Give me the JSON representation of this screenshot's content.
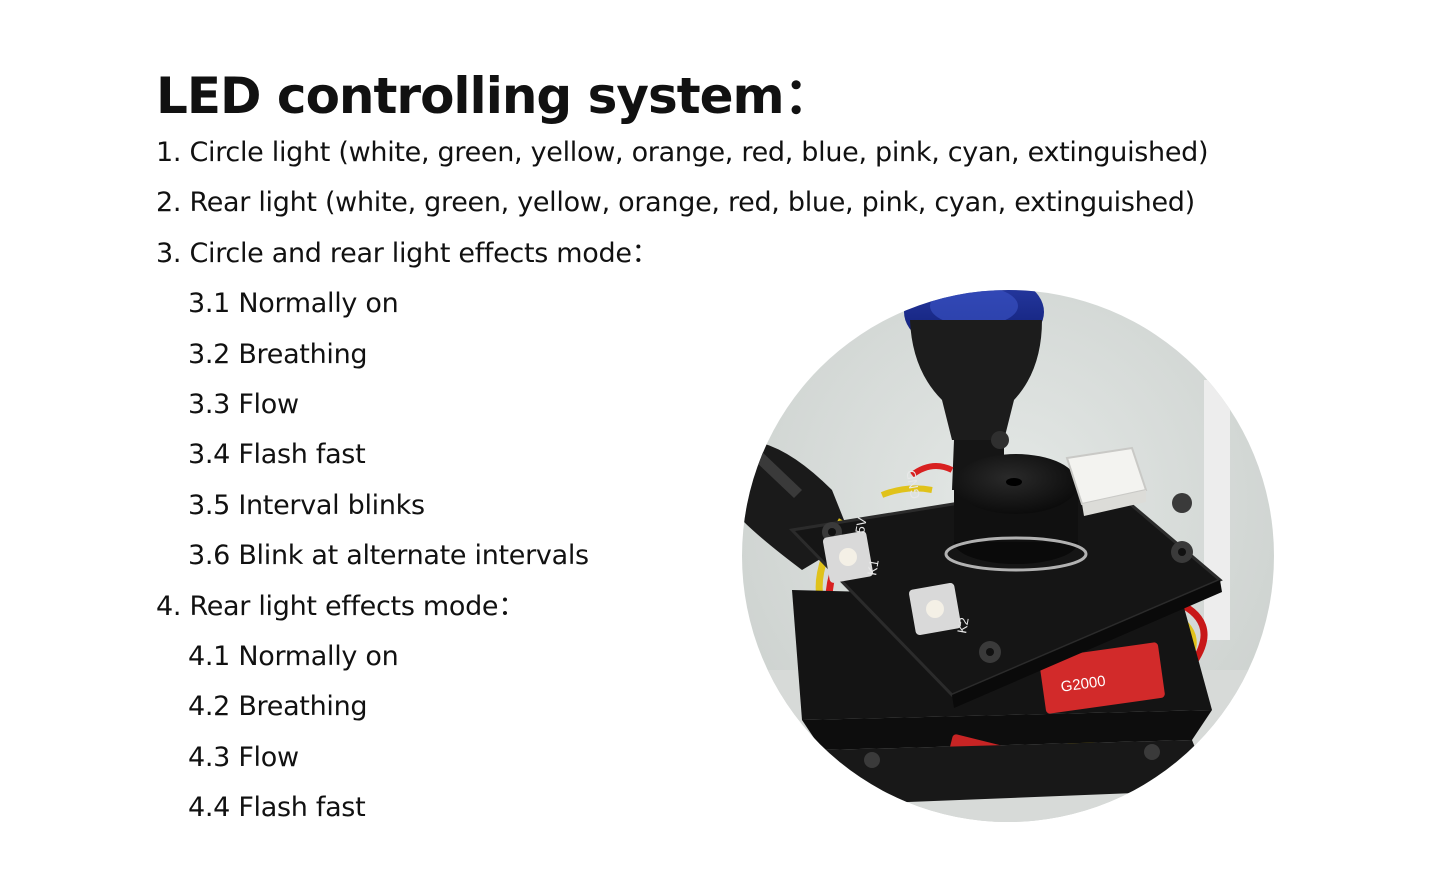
{
  "title": "LED controlling system：",
  "lines": [
    {
      "text": "1. Circle light (white, green, yellow, orange, red, blue, pink, cyan, extinguished)",
      "level": 0
    },
    {
      "text": "2. Rear light (white, green, yellow, orange, red, blue, pink, cyan, extinguished)",
      "level": 0
    },
    {
      "text": "3. Circle and rear light effects mode：",
      "level": 0
    },
    {
      "text": "3.1 Normally on",
      "level": 1
    },
    {
      "text": "3.2 Breathing",
      "level": 1
    },
    {
      "text": "3.3 Flow",
      "level": 1
    },
    {
      "text": "3.4 Flash fast",
      "level": 1
    },
    {
      "text": "3.5 Interval blinks",
      "level": 1
    },
    {
      "text": "3.6 Blink at alternate intervals",
      "level": 1
    },
    {
      "text": "4. Rear light effects mode：",
      "level": 0
    },
    {
      "text": "4.1 Normally on",
      "level": 1
    },
    {
      "text": "4.2 Breathing",
      "level": 1
    },
    {
      "text": "4.3 Flow",
      "level": 1
    },
    {
      "text": "4.4 Flash fast",
      "level": 1
    }
  ],
  "photo": {
    "board_silkscreen": [
      "GND",
      "5V",
      "K1",
      "K2"
    ],
    "pcb_labels": [
      "G2000"
    ]
  }
}
